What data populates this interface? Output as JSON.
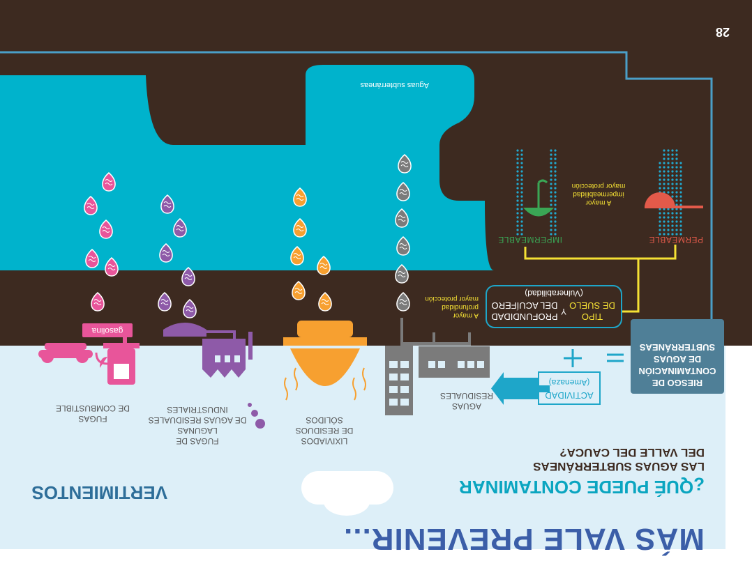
{
  "page_number": "28",
  "title": "MÁS VALE PREVENIR...",
  "question_line1": "¿QUÉ PUEDE CONTAMINAR",
  "question_line2": "LAS AGUAS SUBTERRÁNEAS",
  "question_line3": "DEL VALLE DEL CAUCA?",
  "section_label": "VERTIMIENTOS",
  "aquifer_label": "Aguas subterráneas",
  "risk_box": {
    "line1": "RIESGO DE",
    "line2": "CONTAMINACIÓN",
    "line3": "DE AGUAS",
    "line4": "SUBTERRÁNEAS"
  },
  "operators": {
    "equals": "=",
    "plus": "+"
  },
  "activity_box": {
    "line1": "ACTIVIDAD",
    "line2": "(Amenaza)"
  },
  "vulnerability_box": {
    "tipo_line1": "TIPO",
    "tipo_line2": "DE SUELO",
    "y": "Y",
    "depth_line1": "PROFUNDIDAD",
    "depth_line2": "DEL ACUÍFERO",
    "caption": "(Vulnerabilidad)"
  },
  "soil_types": {
    "permeable": "PERMEABLE",
    "impermeable": "IMPERMEABLE"
  },
  "impermeability_note": {
    "line1": "A mayor",
    "line2": "impermeabilidad",
    "line3": "mayor protección"
  },
  "depth_note": {
    "line1": "A mayor",
    "line2": "profundidad",
    "line3": "mayor protección"
  },
  "sources": {
    "wastewater": {
      "line1": "AGUAS",
      "line2": "RESIDUALES"
    },
    "leachate": {
      "line1": "LIXIVIADOS",
      "line2": "DE RESIDUOS",
      "line3": "SÓLIDOS"
    },
    "lagoons": {
      "line1": "FUGAS DE",
      "line2": "LAGUNAS",
      "line3": "DE AGUAS RESIDUALES",
      "line4": "INDUSTRIALES"
    },
    "fuel": {
      "line1": "FUGAS",
      "line2": "DE COMBUSTIBLE",
      "sign": "gasolina"
    }
  },
  "colors": {
    "soil": "#3d2a20",
    "water": "#00b3cc",
    "sky": "#ddeff8",
    "boundary_line": "#4a9fc8",
    "risk_box": "#4f7f97",
    "title": "#3b5ea8",
    "question": "#0aa5c0",
    "section": "#2e6e99",
    "gray": "#7b7b7b",
    "orange": "#f7a030",
    "purple": "#8e5aa8",
    "pink": "#e8559a",
    "green": "#3aa655",
    "red": "#e35a4a",
    "yellow": "#f5e134",
    "dots": "#22a9cf",
    "activity": "#1ea6c9"
  }
}
